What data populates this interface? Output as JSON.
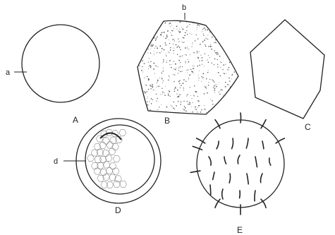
{
  "figure": {
    "panels": [
      {
        "label": "A",
        "name": "smooth-round-outline"
      },
      {
        "label": "B",
        "name": "stippled-polygon"
      },
      {
        "label": "C",
        "name": "plain-polygon-outline"
      },
      {
        "label": "D",
        "name": "ring-with-reticulate-interior"
      },
      {
        "label": "E",
        "name": "round-body-with-bristles"
      }
    ],
    "callouts": [
      {
        "label": "a"
      },
      {
        "label": "b"
      },
      {
        "label": "d"
      }
    ],
    "colors": {
      "line": "#222222",
      "fill": "#ffffff"
    }
  }
}
